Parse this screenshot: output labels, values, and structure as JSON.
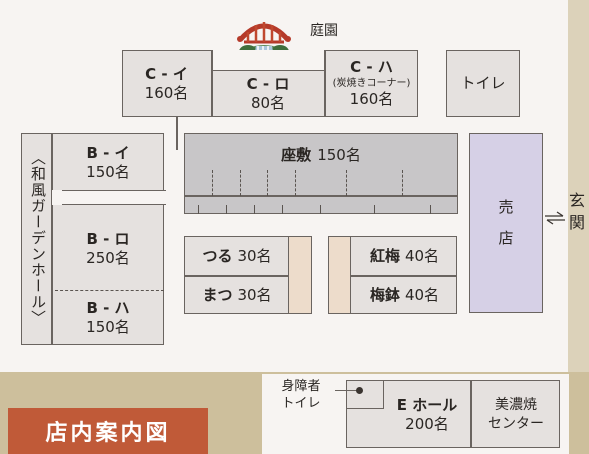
{
  "title": "店内案内図",
  "garden": {
    "label": "庭園"
  },
  "rooms": {
    "c_i": {
      "name": "C - イ",
      "capacity": "160名"
    },
    "c_ro": {
      "name": "C - ロ",
      "capacity": "80名"
    },
    "c_ha": {
      "name": "C - ハ",
      "note": "(炭焼きコーナー)",
      "capacity": "160名"
    },
    "toilet": {
      "name": "トイレ"
    },
    "zashiki": {
      "name": "座敷",
      "capacity": "150名"
    },
    "b_i": {
      "name": "B - イ",
      "capacity": "150名"
    },
    "b_ro": {
      "name": "B - ロ",
      "capacity": "250名"
    },
    "b_ha": {
      "name": "B - ハ",
      "capacity": "150名"
    },
    "tsuru": {
      "name": "つる",
      "capacity": "30名"
    },
    "matsu": {
      "name": "まつ",
      "capacity": "30名"
    },
    "koubai": {
      "name": "紅梅",
      "capacity": "40名"
    },
    "umebachi": {
      "name": "梅鉢",
      "capacity": "40名"
    },
    "shop": {
      "line1": "売",
      "line2": "店"
    },
    "e_hall": {
      "name": "E ホール",
      "capacity": "200名"
    },
    "mino": {
      "line1": "美濃焼",
      "line2": "センター"
    }
  },
  "garden_hall": {
    "label": "〈和風ガーデンホール〉"
  },
  "entrance": {
    "label": "玄関"
  },
  "accessible_toilet": {
    "line1": "身障者",
    "line2": "トイレ"
  },
  "colors": {
    "background": "#cdbf9c",
    "panel": "#f7f4f2",
    "room": "#e5e1df",
    "zashiki": "#c8c6c8",
    "shop": "#d6d0e6",
    "small_room": "#eddccb",
    "title_bg": "#c05a38",
    "title_text": "#ffffff",
    "line": "#6a6460"
  }
}
